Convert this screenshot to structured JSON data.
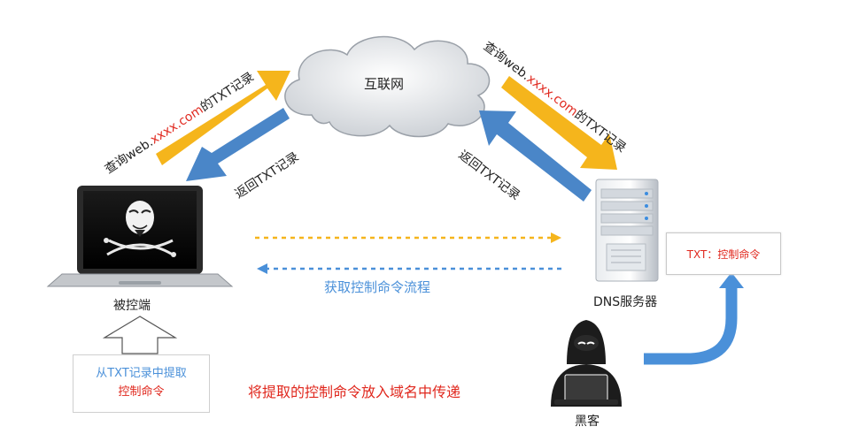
{
  "cloud": {
    "label": "互联网"
  },
  "left_up_arrow": {
    "prefix": "查询web.",
    "domain": "xxxx.com",
    "suffix": "的TXT记录"
  },
  "left_down_arrow": {
    "label": "返回TXT记录"
  },
  "right_down_arrow": {
    "prefix": "查询web.",
    "domain": "xxxx.com",
    "suffix": "的TXT记录"
  },
  "right_up_arrow": {
    "label": "返回TXT记录"
  },
  "victim": {
    "label": "被控端"
  },
  "dns_server": {
    "label": "DNS服务器"
  },
  "flow": {
    "label": "获取控制命令流程"
  },
  "txt_record": {
    "label": "TXT：控制命令"
  },
  "hacker": {
    "label": "黑客",
    "action": "将提取的控制命令放入域名中传递"
  },
  "extract": {
    "line1": "从TXT记录中提取",
    "line2": "控制命令"
  },
  "colors": {
    "yellow": "#f5b51c",
    "blue": "#4a86c8",
    "red": "#e0281e",
    "flow_blue": "#4a90d9"
  }
}
